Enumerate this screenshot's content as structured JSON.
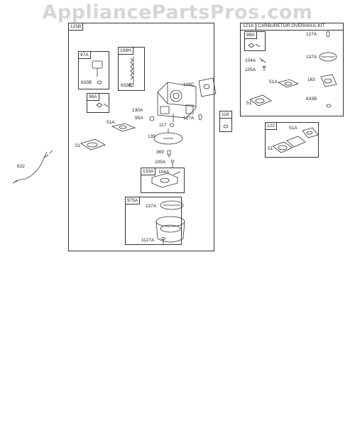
{
  "watermark": "AppliancePartsPros.com",
  "assembly": {
    "tag": "125B",
    "kits": {
      "k97a": {
        "tag": "97A",
        "part": "633B"
      },
      "k109h": {
        "tag": "109H",
        "part": "633B"
      },
      "k98a": {
        "tag": "98A"
      },
      "k133a": {
        "tag": "133A",
        "part": "104A"
      },
      "k975a": {
        "tag": "975A",
        "top": "137A",
        "bottom": "1127A"
      }
    },
    "labels": {
      "108c": "108C",
      "130a": "130A",
      "95a": "95A",
      "117": "117",
      "127a": "127A",
      "51a": "51A",
      "135": "135",
      "51": "51",
      "369": "369",
      "105a": "105A"
    }
  },
  "cable": {
    "label": "632"
  },
  "part118": {
    "tag": "118"
  },
  "overhaul_kit": {
    "number": "121A",
    "title": "CARBURETOR OVERHAUL KIT",
    "sub_tag": "98A",
    "labels": {
      "127a": "127A",
      "137a": "137A",
      "104a": "104A",
      "105a": "105A",
      "163": "163",
      "51a": "51A",
      "51": "51",
      "633b": "633B"
    }
  },
  "kit122": {
    "tag": "122",
    "l51a": "51A",
    "l51": "51"
  }
}
